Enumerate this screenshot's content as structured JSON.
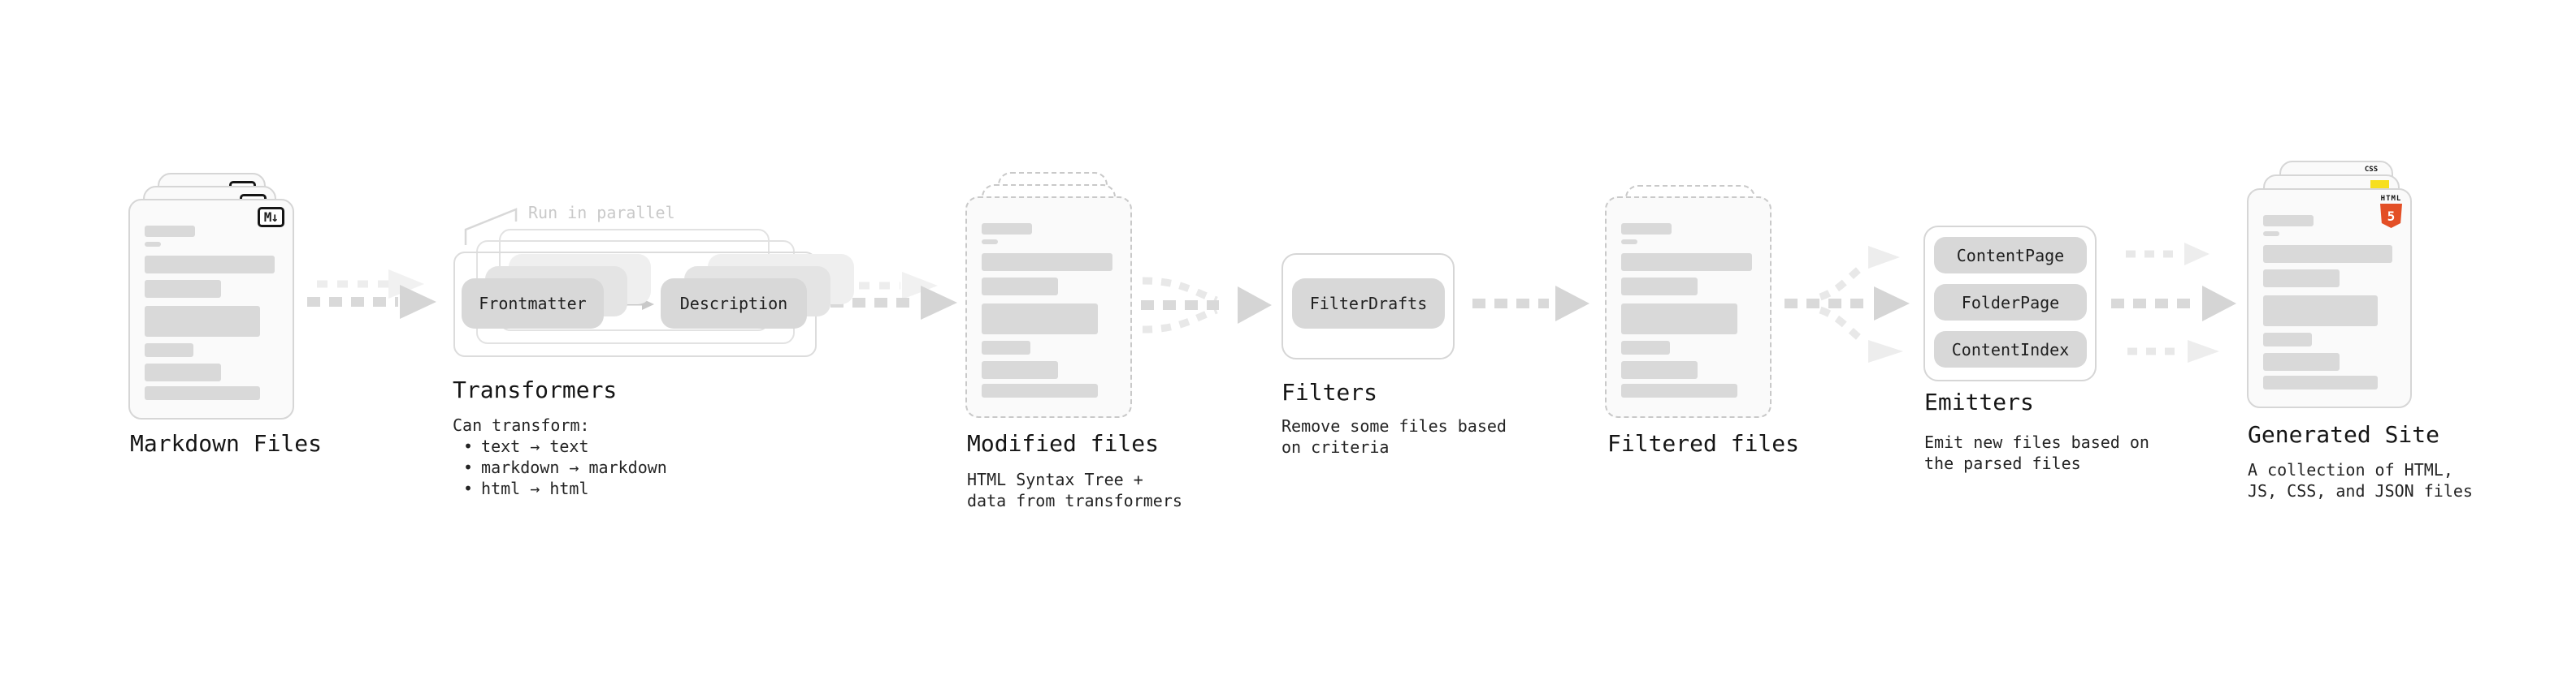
{
  "diagram": {
    "stages": {
      "markdown_files": {
        "label": "Markdown Files",
        "badge": "M↓"
      },
      "transformers": {
        "title": "Transformers",
        "note": "Run in parallel",
        "chip_left": "Frontmatter",
        "chip_right": "Description",
        "description_heading": "Can transform:",
        "bullet_char": "•",
        "bullets": [
          "text → text",
          "markdown → markdown",
          "html → html"
        ]
      },
      "modified_files": {
        "label": "Modified files",
        "description": [
          "HTML Syntax Tree +",
          "data from transformers"
        ]
      },
      "filters": {
        "title": "Filters",
        "chip": "FilterDrafts",
        "description": [
          "Remove some files based",
          "on criteria"
        ]
      },
      "filtered_files": {
        "label": "Filtered files"
      },
      "emitters": {
        "title": "Emitters",
        "chips": [
          "ContentPage",
          "FolderPage",
          "ContentIndex"
        ],
        "description": [
          "Emit new files based on",
          "the parsed files"
        ]
      },
      "generated_site": {
        "label": "Generated Site",
        "description": [
          "A collection of HTML,",
          "JS, CSS, and JSON files"
        ],
        "css_badge": "CSS",
        "html_badge": "HTML",
        "html_badge_number": "5"
      }
    },
    "colors": {
      "html5_orange": "#e34f26",
      "js_yellow": "#f7df1e",
      "css_blue": "#2f6bf2",
      "chip_gray": "#d8d8d8",
      "placeholder_bar_gray": "#d9d9d9",
      "arrow_gray": "#d5d5d5",
      "note_gray": "#c9c9c9",
      "text_dark": "#1f1f1f"
    }
  }
}
